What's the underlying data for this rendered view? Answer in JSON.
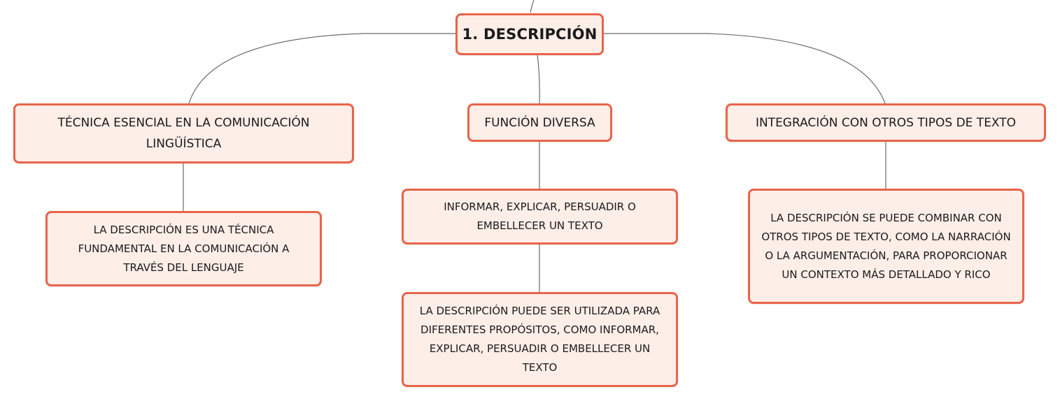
{
  "mindmap": {
    "root": {
      "label": "1. DESCRIPCIÓN"
    },
    "branches": [
      {
        "label": "TÉCNICA ESENCIAL EN LA COMUNICACIÓN LINGÜÍSTICA",
        "children": [
          {
            "label": "LA DESCRIPCIÓN ES UNA TÉCNICA FUNDAMENTAL EN LA COMUNICACIÓN A TRAVÉS DEL LENGUAJE"
          }
        ]
      },
      {
        "label": "FUNCIÓN DIVERSA",
        "children": [
          {
            "label": "INFORMAR, EXPLICAR, PERSUADIR O EMBELLECER UN TEXTO"
          },
          {
            "label": "LA DESCRIPCIÓN PUEDE SER UTILIZADA PARA DIFERENTES PROPÓSITOS, COMO INFORMAR, EXPLICAR, PERSUADIR O EMBELLECER UN TEXTO"
          }
        ]
      },
      {
        "label": "INTEGRACIÓN CON OTROS TIPOS DE TEXTO",
        "children": [
          {
            "label": "LA DESCRIPCIÓN SE PUEDE COMBINAR CON OTROS TIPOS DE TEXTO, COMO LA NARRACIÓN O LA ARGUMENTACIÓN, PARA PROPORCIONAR UN CONTEXTO MÁS DETALLADO Y RICO"
          }
        ]
      }
    ]
  },
  "colors": {
    "node_fill": "#fdeee8",
    "node_border": "#e9644b",
    "connector": "#6b6b6b"
  }
}
